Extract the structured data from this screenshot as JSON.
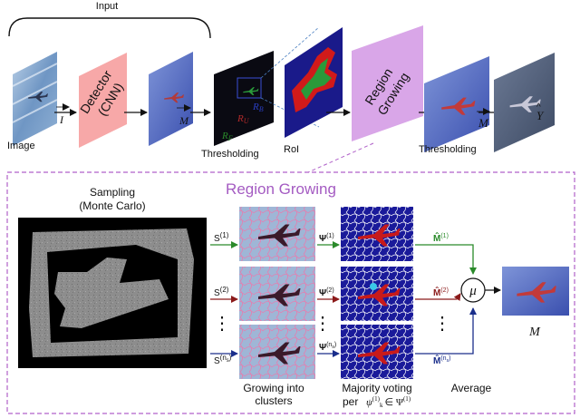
{
  "top": {
    "input_label": "Input",
    "image_label": "Image",
    "image_sym": "I",
    "detector_label": "Detector",
    "detector_sub": "(CNN)",
    "mask_sym": "M",
    "rf": "R",
    "rf_sub": "F",
    "ru": "R",
    "ru_sub": "U",
    "rb": "R",
    "rb_sub": "B",
    "thresholding_label": "Thresholding",
    "roi_label": "RoI",
    "region_label": "Region",
    "growing_label": "Growing",
    "mcal_sym": "M",
    "yhat_sym": "Y",
    "thresholding2_label": "Thresholding"
  },
  "bottom": {
    "title": "Region Growing",
    "sampling_label": "Sampling",
    "monte_carlo_label": "(Monte Carlo)",
    "s": "S",
    "s1": "(1)",
    "s2": "(2)",
    "sn": "(n",
    "sn_sub": "s",
    "psi": "Ψ",
    "mhat": "M̂",
    "growing_into": "Growing into",
    "clusters": "clusters",
    "majority_voting": "Majority voting",
    "per_label": "per",
    "psi_elem": "ψ",
    "elem_of": "∈ Ψ",
    "average_label": "Average",
    "mu": "μ",
    "out_sym": "M",
    "dots": "⋮"
  },
  "colors": {
    "detector_fill": "#f7a8a8",
    "region_fill": "#d9a6e8",
    "dashed_border": "#b061c9",
    "title_color": "#a45bc2",
    "red_arrow": "#8b1a1a",
    "blue_arrow": "#1a2e8b",
    "green_arrow": "#2a8a2a"
  }
}
